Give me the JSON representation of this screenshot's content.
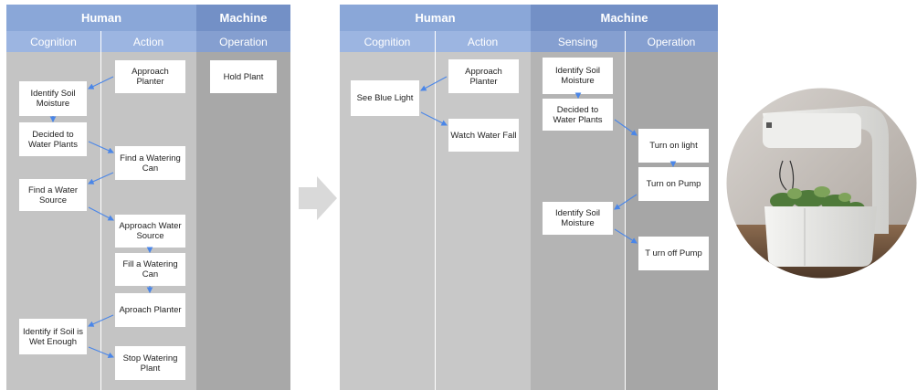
{
  "left": {
    "human": "Human",
    "machine": "Machine",
    "cols": [
      "Cognition",
      "Action",
      "Operation"
    ],
    "boxes": [
      "Approach Planter",
      "Identify Soil Moisture",
      "Decided to Water Plants",
      "Find a Watering Can",
      "Find a Water Source",
      "Approach Water Source",
      "Fill a Watering Can",
      "Aproach Planter",
      "Identify if Soil is Wet Enough",
      "Stop Watering Plant",
      "Hold Plant"
    ]
  },
  "right": {
    "human": "Human",
    "machine": "Machine",
    "cols": [
      "Cognition",
      "Action",
      "Sensing",
      "Operation"
    ],
    "boxes": [
      "Approach Planter",
      "See Blue Light",
      "Watch Water Fall",
      "Identify Soil Moisture",
      "Decided to Water Plants",
      "Turn on light",
      "Turn on Pump",
      "Identify Soil Moisture",
      "T urn off Pump"
    ]
  },
  "colors": {
    "header_human": "#8aa7d8",
    "header_machine": "#7390c6",
    "arrow": "#4a86e8",
    "lane_light": "#c8c8c8",
    "lane_mid": "#bebebe",
    "lane_dark": "#a8a8a8"
  }
}
